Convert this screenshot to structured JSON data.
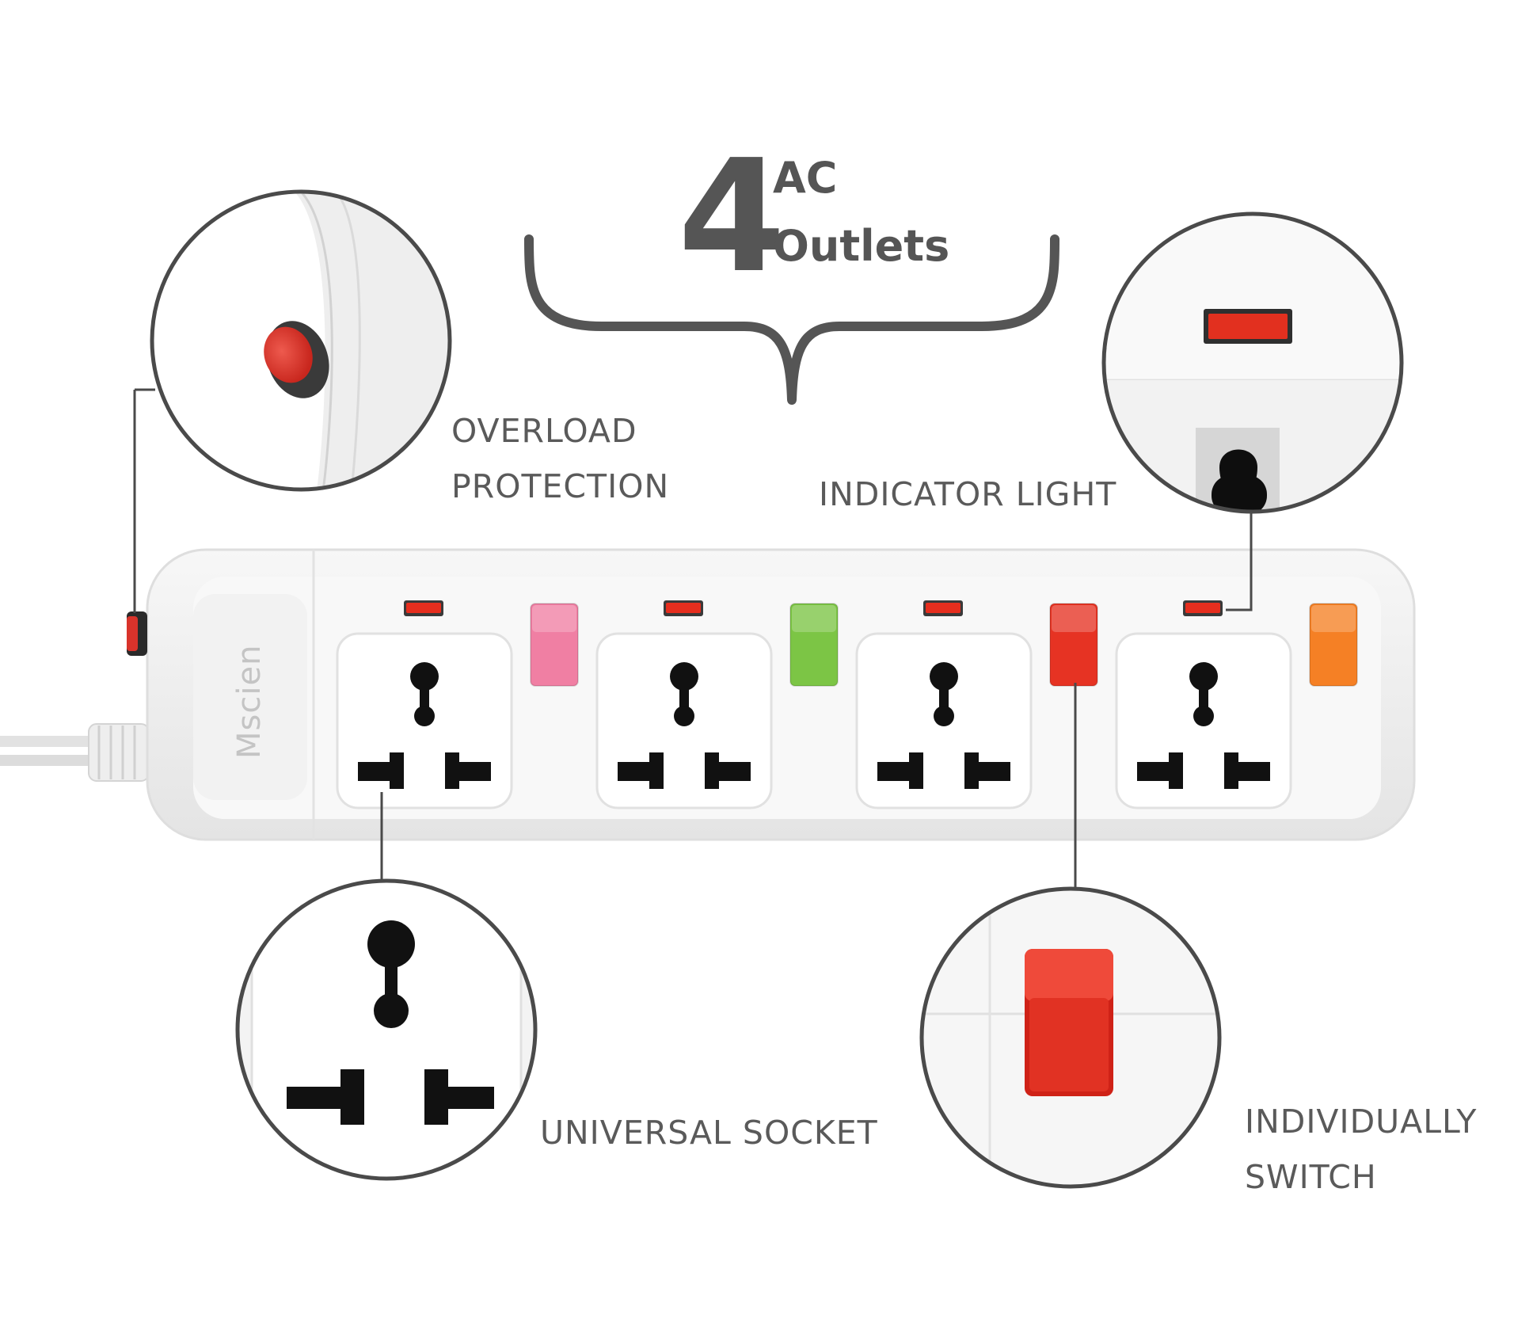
{
  "header": {
    "count": "4",
    "line1": "AC",
    "line2": "Outlets"
  },
  "brand": "Mscien",
  "callouts": {
    "overload": [
      "OVERLOAD",
      "PROTECTION"
    ],
    "indicator": "INDICATOR LIGHT",
    "socket": "UNIVERSAL SOCKET",
    "switch": [
      "INDIVIDUALLY",
      "SWITCH"
    ]
  },
  "outlets": [
    {
      "switch_color": "#f07fa3"
    },
    {
      "switch_color": "#7cc545"
    },
    {
      "switch_color": "#e63323"
    },
    {
      "switch_color": "#f58025"
    }
  ],
  "colors": {
    "text": "#5a5a5a",
    "indicator": "#e62e1e",
    "overload_button": "#d9332b"
  }
}
